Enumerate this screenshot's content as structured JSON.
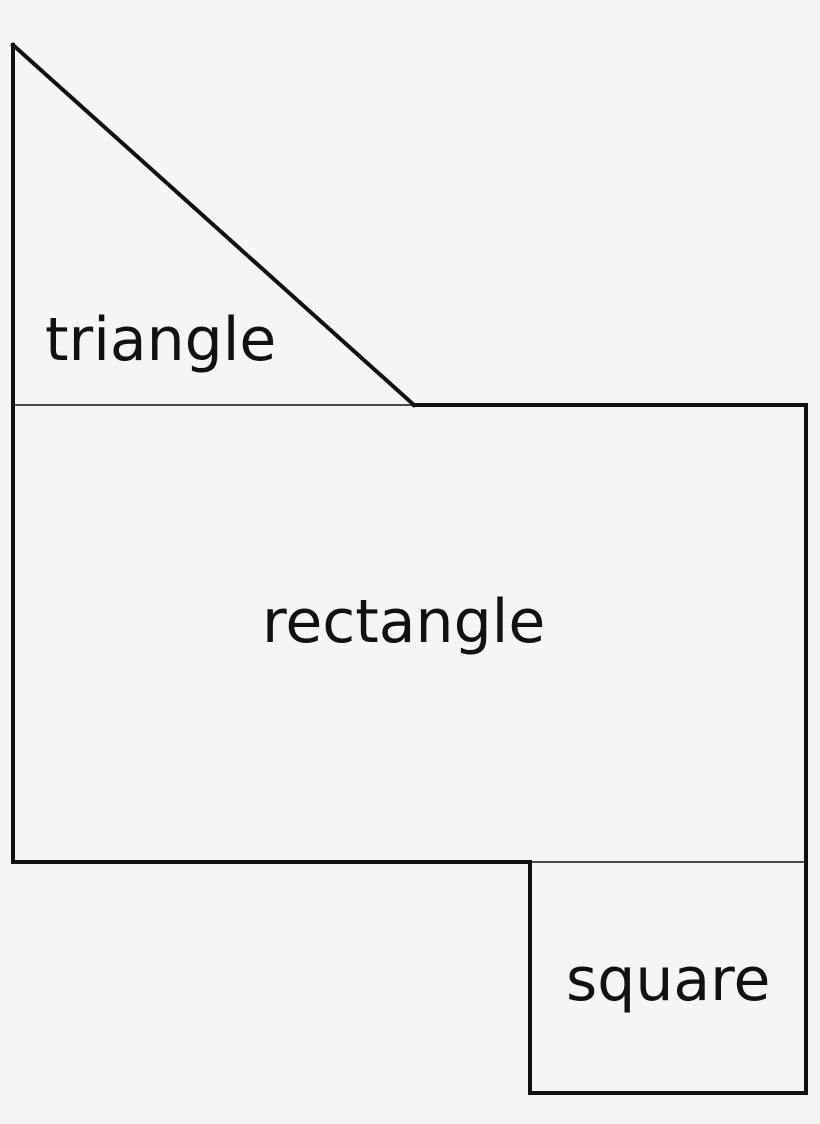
{
  "diagram": {
    "labels": {
      "triangle": "triangle",
      "rectangle": "rectangle",
      "square": "square"
    },
    "stroke_color": "#111111",
    "background_color": "#f5f5f5"
  }
}
